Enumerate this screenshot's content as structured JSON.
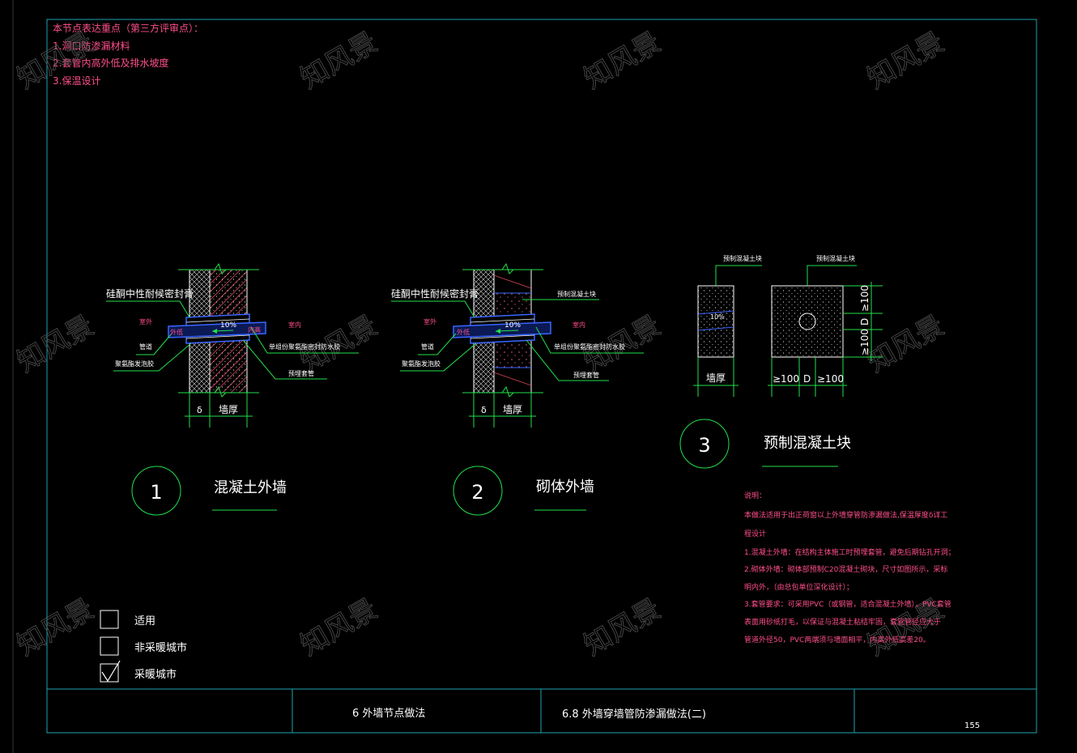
{
  "review_note": {
    "heading": "本节点表达重点（第三方评审点）：",
    "items": [
      "1.洞口防渗漏材料",
      "2.套管内高外低及排水坡度",
      "3.保温设计"
    ]
  },
  "watermark": "知风景",
  "details": {
    "d1": {
      "number": "1",
      "title": "混凝土外墙",
      "sealant": "硅酮中性耐候密封膏",
      "outside": "室外",
      "inside": "室内",
      "slope": "10%",
      "outer_tag": "外低",
      "inner_tag": "内高",
      "pipe": "管道",
      "foam": "聚氨酯发泡胶",
      "mortar": "单组份聚氨酯密封防水胶",
      "sleeve": "预埋套管",
      "delta": "δ",
      "thickness": "墙厚"
    },
    "d2": {
      "number": "2",
      "title": "砌体外墙",
      "sealant": "硅酮中性耐候密封膏",
      "outside": "室外",
      "inside": "室内",
      "slope": "10%",
      "outer_tag": "外低",
      "pipe": "管道",
      "foam": "聚氨酯发泡胶",
      "precast": "预制混凝土块",
      "mortar": "单组份聚氨酯密封防水胶",
      "sleeve": "预埋套管",
      "delta": "δ",
      "thickness": "墙厚"
    },
    "d3": {
      "number": "3",
      "title": "预制混凝土块",
      "label_left": "预制混凝土块",
      "label_right": "预制混凝土块",
      "slope": "10%",
      "thickness": "墙厚",
      "dim_h1": "≥100",
      "dim_h2": "D",
      "dim_h3": "≥100",
      "dim_v1": "≥100",
      "dim_v2": "D",
      "dim_v3": "≥100"
    }
  },
  "notes": {
    "title": "说明：",
    "lines": [
      "本做法适用于出正荷窗以上外墙穿管防渗漏做法,保温厚度δ详工",
      "程设计",
      "1.混凝土外墙：在结构主体施工时预埋套管，避免后期钻孔开洞；",
      "2.砌体外墙：砌体部预制C20混凝土砌块，尺寸如图所示，采标",
      "   明内外，（由总包单位深化设计）；",
      "3.套管要求：可采用PVC（或钢管，适合混凝土外墙），PVC套管",
      "   表面用砂纸打毛，以保证与混凝土粘结牢固，套管管径应大于",
      "   管道外径50，PVC两端须与墙面相平，内高外低高差20。"
    ]
  },
  "legend": {
    "items": [
      {
        "label": "适用",
        "checked": false
      },
      {
        "label": "非采暖城市",
        "checked": false
      },
      {
        "label": "采暖城市",
        "checked": true
      }
    ]
  },
  "title_block": {
    "section": "6  外墙节点做法",
    "subsection": "6.8  外墙穿墙管防渗漏做法(二)",
    "page": "155"
  },
  "colors": {
    "frame": "#1fa3b0",
    "line": "#22e04a",
    "text": "#ffffff",
    "note": "#ff4f8a",
    "hatch": "#d9475a",
    "pipe": "#3a66ff",
    "detail_title": "#ffffff"
  }
}
